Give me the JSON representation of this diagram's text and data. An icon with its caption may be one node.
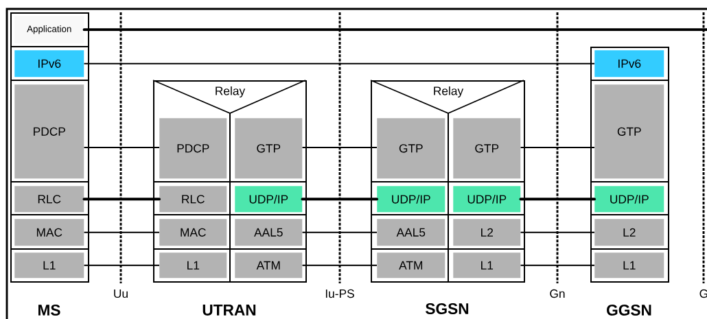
{
  "diagram": {
    "nodes": [
      {
        "text": [
          "MS"
        ]
      },
      {
        "text": [
          "Application"
        ],
        "in": 0
      },
      {
        "text": [
          "IPv6"
        ],
        "in": 0
      },
      {
        "text": [
          "PDCP"
        ],
        "in": 0
      },
      {
        "text": [
          "RLC"
        ],
        "in": 0
      },
      {
        "text": [
          "MAC"
        ],
        "in": 0
      },
      {
        "text": [
          "L1"
        ],
        "in": 0
      },
      {
        "text": [
          "UTRAN"
        ]
      },
      {
        "text": [
          "Relay"
        ],
        "in": 7
      },
      {
        "text": [
          "PDCP"
        ],
        "in": 7
      },
      {
        "text": [
          "GTP"
        ],
        "in": 7
      },
      {
        "text": [
          "RLC"
        ],
        "in": 7
      },
      {
        "text": [
          "UDP/IP"
        ],
        "in": 7
      },
      {
        "text": [
          "MAC"
        ],
        "in": 7
      },
      {
        "text": [
          "AAL5"
        ],
        "in": 7
      },
      {
        "text": [
          "L1"
        ],
        "in": 7
      },
      {
        "text": [
          "ATM"
        ],
        "in": 7
      },
      {
        "text": [
          "SGSN"
        ]
      },
      {
        "text": [
          "Relay"
        ],
        "in": 17
      },
      {
        "text": [
          "GTP"
        ],
        "in": 17
      },
      {
        "text": [
          "GTP"
        ],
        "in": 17
      },
      {
        "text": [
          "UDP/IP"
        ],
        "in": 17
      },
      {
        "text": [
          "UDP/IP"
        ],
        "in": 17
      },
      {
        "text": [
          "AAL5"
        ],
        "in": 17
      },
      {
        "text": [
          "L2"
        ],
        "in": 17
      },
      {
        "text": [
          "ATM"
        ],
        "in": 17
      },
      {
        "text": [
          "L1"
        ],
        "in": 17
      },
      {
        "text": [
          "GGSN"
        ]
      },
      {
        "text": [
          "IPv6"
        ],
        "in": 27
      },
      {
        "text": [
          "GTP"
        ],
        "in": 27
      },
      {
        "text": [
          "UDP/IP"
        ],
        "in": 27
      },
      {
        "text": [
          "L2"
        ],
        "in": 27
      },
      {
        "text": [
          "L1"
        ],
        "in": 27
      }
    ],
    "edges": [
      {
        "from": 1,
        "to": null,
        "arrow": "none",
        "style": "thick"
      },
      {
        "from": 2,
        "to": 28,
        "arrow": "none"
      },
      {
        "from": 3,
        "to": 9,
        "arrow": "none"
      },
      {
        "from": 10,
        "to": 19,
        "arrow": "none"
      },
      {
        "from": 20,
        "to": 29,
        "arrow": "none"
      },
      {
        "from": 4,
        "to": 11,
        "arrow": "none",
        "style": "thick"
      },
      {
        "from": 12,
        "to": 21,
        "arrow": "none",
        "style": "thick"
      },
      {
        "from": 22,
        "to": 30,
        "arrow": "none",
        "style": "thick"
      },
      {
        "from": 5,
        "to": 13,
        "arrow": "none"
      },
      {
        "from": 14,
        "to": 23,
        "arrow": "none"
      },
      {
        "from": 24,
        "to": 31,
        "arrow": "none"
      },
      {
        "from": 6,
        "to": 15,
        "arrow": "none"
      },
      {
        "from": 16,
        "to": 25,
        "arrow": "none"
      },
      {
        "from": 26,
        "to": 32,
        "arrow": "none"
      }
    ],
    "labels": [
      "Uu",
      "Iu-PS",
      "Gn",
      "G"
    ]
  }
}
